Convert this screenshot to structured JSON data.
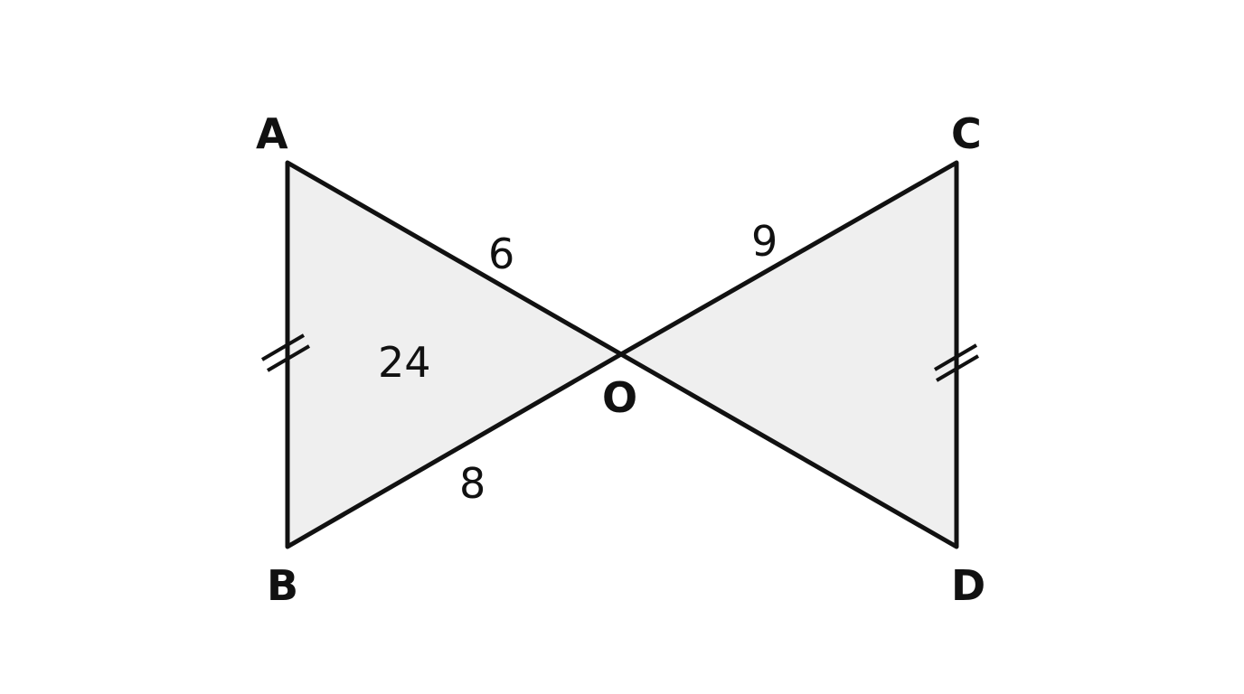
{
  "vertices": {
    "A": "A",
    "B": "B",
    "C": "C",
    "D": "D",
    "O": "O"
  },
  "labels": {
    "AO": "6",
    "BO": "8",
    "CO": "9",
    "area_AOB": "24"
  },
  "colors": {
    "fill": "#efefef",
    "stroke": "#111111",
    "background": "#ffffff"
  },
  "marks": {
    "AB": "double-tick",
    "CD": "double-tick"
  }
}
